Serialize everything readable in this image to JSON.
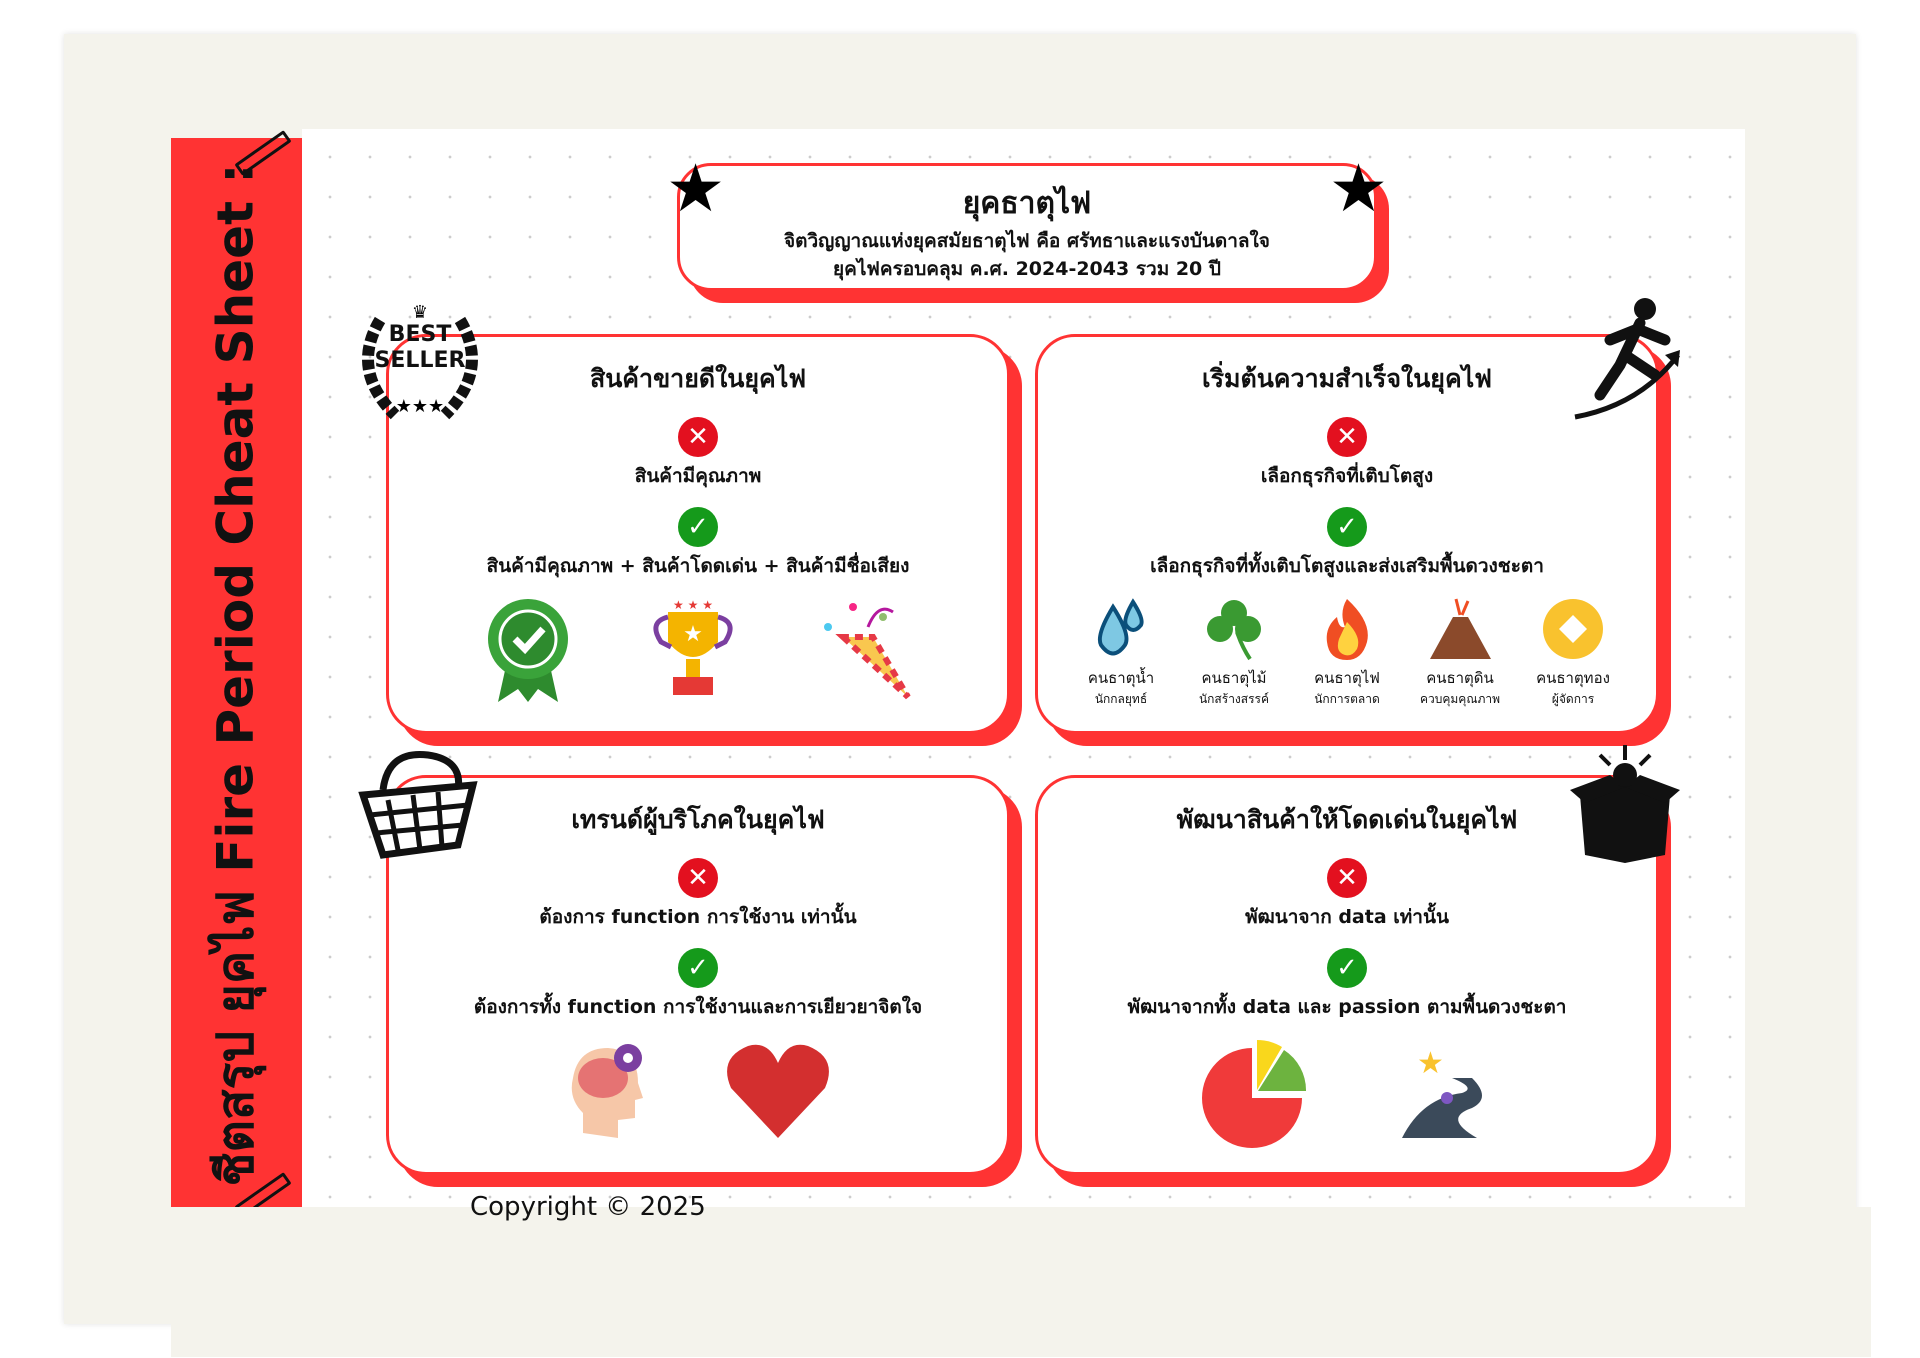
{
  "side_title": "ชีตสรุป ยุคไฟ Fire Period Cheat Sheet :",
  "header": {
    "title": "ยุคธาตุไฟ",
    "line1": "จิตวิญญาณแห่งยุคสมัยธาตุไฟ คือ ศรัทธาและแรงบันดาลใจ",
    "line2": "ยุคไฟครอบคลุม ค.ศ. 2024-2043 รวม 20 ปี"
  },
  "badge": {
    "line1": "BEST",
    "line2": "SELLER"
  },
  "cards": [
    {
      "title": "สินค้าขายดีในยุคไฟ",
      "wrong": "สินค้ามีคุณภาพ",
      "right": "สินค้ามีคุณภาพ + สินค้าโดดเด่น + สินค้ามีชื่อเสียง"
    },
    {
      "title": "เริ่มต้นความสำเร็จในยุคไฟ",
      "wrong": "เลือกธุรกิจที่เติบโตสูง",
      "right": "เลือกธุรกิจที่ทั้งเติบโตสูงและส่งเสริมพื้นดวงชะตา",
      "elements": [
        {
          "name": "คนธาตุน้ำ",
          "role": "นักกลยุทธ์"
        },
        {
          "name": "คนธาตุไม้",
          "role": "นักสร้างสรรค์"
        },
        {
          "name": "คนธาตุไฟ",
          "role": "นักการตลาด"
        },
        {
          "name": "คนธาตุดิน",
          "role": "ควบคุมคุณภาพ"
        },
        {
          "name": "คนธาตุทอง",
          "role": "ผู้จัดการ"
        }
      ]
    },
    {
      "title": "เทรนด์ผู้บริโภคในยุคไฟ",
      "wrong": "ต้องการ function การใช้งาน เท่านั้น",
      "right": "ต้องการทั้ง function การใช้งานและการเยียวยาจิตใจ"
    },
    {
      "title": "พัฒนาสินค้าให้โดดเด่นในยุคไฟ",
      "wrong": "พัฒนาจาก data เท่านั้น",
      "right": "พัฒนาจากทั้ง data และ passion ตามพื้นดวงชะตา"
    }
  ],
  "copyright": "Copyright © 2025",
  "colors": {
    "accent": "#ff3333",
    "wrong": "#e3101f",
    "right": "#159a1b"
  }
}
